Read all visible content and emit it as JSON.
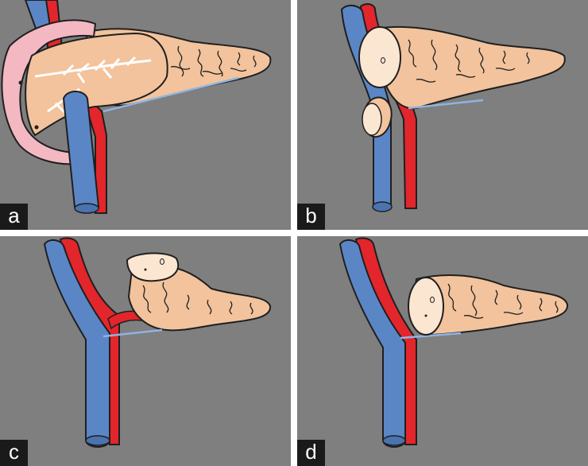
{
  "panels": [
    {
      "id": "a",
      "label": "a"
    },
    {
      "id": "b",
      "label": "b"
    },
    {
      "id": "c",
      "label": "c"
    },
    {
      "id": "d",
      "label": "d"
    }
  ],
  "colors": {
    "background": "#7f7f80",
    "divider": "#ffffff",
    "vein": "#5b86c6",
    "artery": "#e3262b",
    "pancreas": "#f2c39c",
    "cut_surface": "#fbe6d2",
    "duodenum": "#f3b8c2",
    "outline": "#1f1f1f",
    "label_box": "#1a1a1a",
    "label_text": "#ffffff"
  }
}
